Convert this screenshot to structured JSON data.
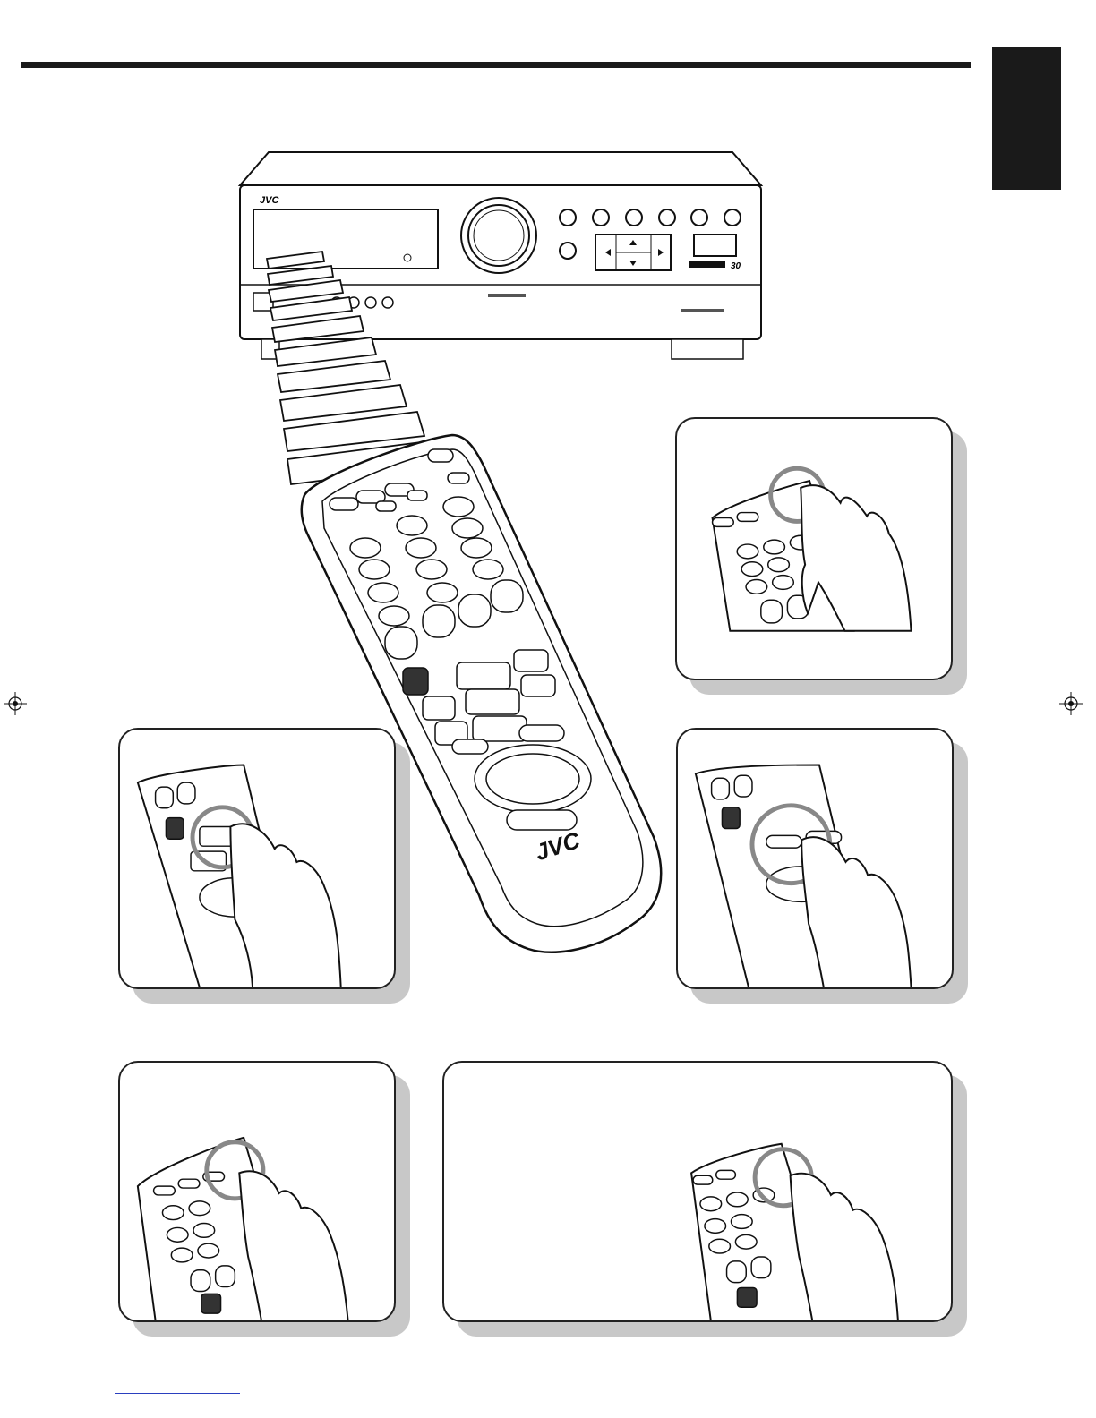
{
  "receiver": {
    "brand": "JVC",
    "badge_number": "30"
  },
  "remote": {
    "brand": "JVC"
  },
  "illustration_panels": [
    {
      "id": "panel-1",
      "shows": "pressing-button"
    },
    {
      "id": "panel-2",
      "shows": "pressing-button"
    },
    {
      "id": "panel-3",
      "shows": "pressing-button"
    },
    {
      "id": "panel-4",
      "shows": "pressing-button"
    },
    {
      "id": "panel-5",
      "shows": "pressing-button"
    }
  ],
  "colors": {
    "ink": "#1a1a1a",
    "panel_shadow": "#c8c8c8",
    "highlight_ring": "#888888"
  }
}
